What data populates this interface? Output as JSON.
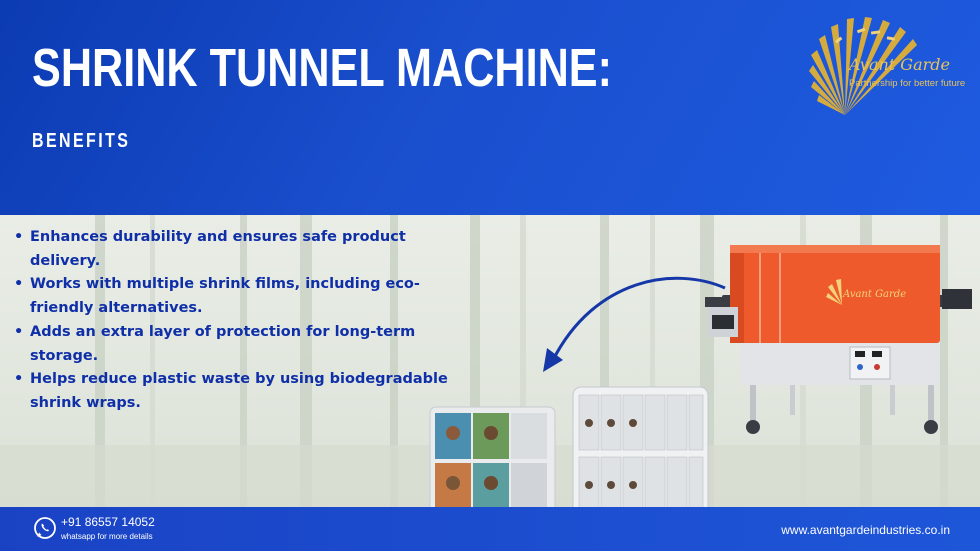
{
  "header": {
    "title": "SHRINK TUNNEL MACHINE:",
    "subtitle": "BENEFITS"
  },
  "logo": {
    "name": "Avant Garde",
    "tagline": "Partnership for better future",
    "color": "#e6c25a"
  },
  "benefits": [
    {
      "line1": "Enhances durability and ensures safe product",
      "line2": "delivery."
    },
    {
      "line1": "Works with multiple shrink films, including eco-",
      "line2": "friendly alternatives."
    },
    {
      "line1": "Adds an extra layer of protection for long-term",
      "line2": "storage."
    },
    {
      "line1": "Helps reduce plastic waste by using biodegradable",
      "line2": "shrink wraps."
    }
  ],
  "bullet": "•",
  "machine": {
    "logo_text": "Avant Garde",
    "color": "#ee5a2b"
  },
  "footer": {
    "phone": "+91 86557 14052",
    "whatsapp_note": "whatsapp for more details",
    "website": "www.avantgardeindustries.co.in"
  },
  "colors": {
    "primary_blue": "#1a4fce",
    "text_blue": "#0f2fa8",
    "accent_orange": "#ee5a2b"
  }
}
